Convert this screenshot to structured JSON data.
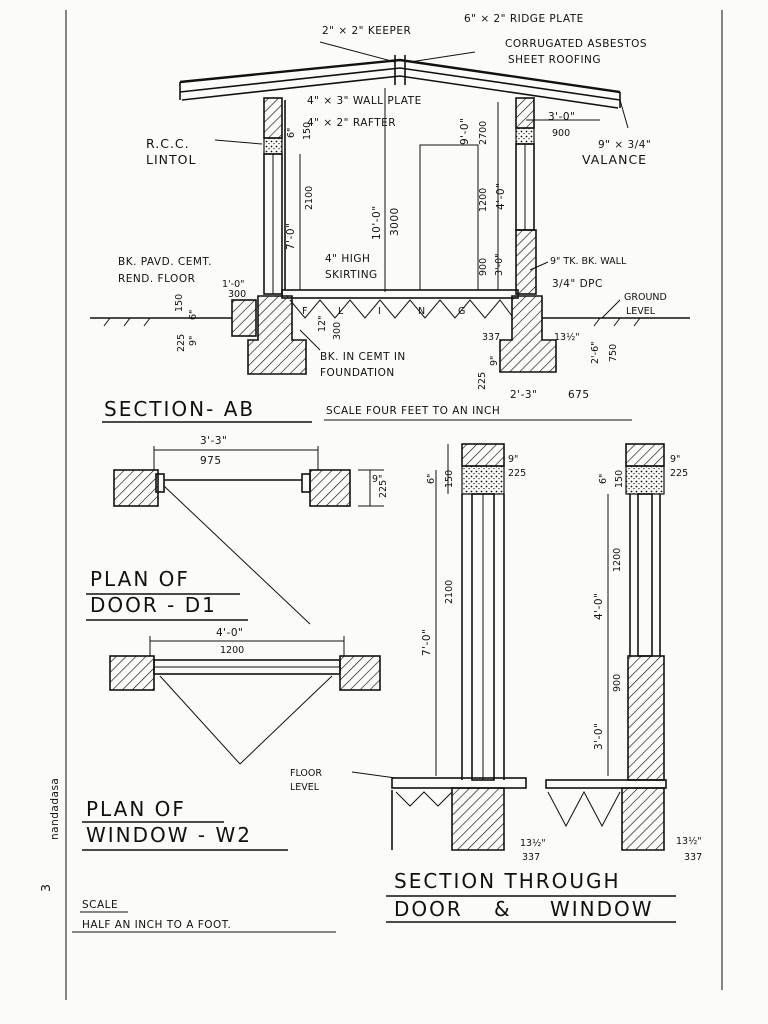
{
  "section_ab": {
    "labels": {
      "keeper": "2\" × 2\" KEEPER",
      "ridge_plate": "6\" × 2\" RIDGE PLATE",
      "roofing_1": "CORRUGATED ASBESTOS",
      "roofing_2": "SHEET ROOFING",
      "wall_plate": "4\" × 3\" WALL PLATE",
      "rafter": "4\" × 2\" RAFTER",
      "lintol_1": "R.C.C.",
      "lintol_2": "LINTOL",
      "overhang_ft": "3'-0\"",
      "overhang_mm": "900",
      "valance_1": "9\" × 3/4\"",
      "valance_2": "VALANCE",
      "floor_1": "BK. PAVD. CEMT.",
      "floor_2": "REND. FLOOR",
      "skirting_1": "4\" HIGH",
      "skirting_2": "SKIRTING",
      "wall": "9\" TK. BK. WALL",
      "dpc": "3/4\" DPC",
      "ground_1": "GROUND",
      "ground_2": "LEVEL",
      "foundation_1": "BK. IN CEMT IN",
      "foundation_2": "FOUNDATION",
      "height_total_ft": "10'-0\"",
      "height_total_mm": "3000",
      "height_door_ft": "7'-0\"",
      "height_door_mm": "2100",
      "lintol_depth_ft": "6\"",
      "lintol_depth_mm": "150",
      "right_top_ft": "9'-0\"",
      "right_top_mm": "2700",
      "right_window_ft": "4'-0\"",
      "right_window_mm": "1200",
      "right_sill_ft": "3'-0\"",
      "right_sill_mm": "900",
      "plinth_ft": "1'-0\"",
      "plinth_mm": "300",
      "step_ft": "12\"",
      "step_mm": "300",
      "left_ft": "150",
      "left_mm": "6\"",
      "left_found": "225",
      "left_found_in": "9\"",
      "found_ft": "2'-3\"",
      "found_mm": "675",
      "depth_ft": "2'-6\"",
      "depth_mm": "750",
      "offset_in": "13½\"",
      "offset_mm": "337",
      "found_step": "9\"",
      "found_step_mm": "225",
      "floor_letters": [
        "F",
        "L",
        "I",
        "N",
        "G"
      ]
    },
    "title": "SECTION- AB",
    "scale": "SCALE FOUR FEET TO AN INCH"
  },
  "plan_door": {
    "width_ft": "3'-3\"",
    "width_mm": "975",
    "wall_ft": "9\"",
    "wall_mm": "225",
    "title_1": "PLAN OF",
    "title_2": "DOOR - D1"
  },
  "plan_window": {
    "width_ft": "4'-0\"",
    "width_mm": "1200",
    "title_1": "PLAN OF",
    "title_2": "WINDOW - W2"
  },
  "section_dw": {
    "door_top_ft": "9\"",
    "door_top_mm": "225",
    "door_lintol_ft": "6\"",
    "door_lintol_mm": "150",
    "door_height_ft": "7'-0\"",
    "door_height_mm": "2100",
    "floor_level_1": "FLOOR",
    "floor_level_2": "LEVEL",
    "door_offset_ft": "13½\"",
    "door_offset_mm": "337",
    "win_top_ft": "9\"",
    "win_top_mm": "225",
    "win_lintol_ft": "6\"",
    "win_lintol_mm": "150",
    "win_height_ft": "4'-0\"",
    "win_height_mm": "1200",
    "win_sill_ft": "3'-0\"",
    "win_sill_mm": "900",
    "win_offset_ft": "13½\"",
    "win_offset_mm": "337",
    "title_1": "SECTION THROUGH",
    "title_2a": "DOOR",
    "title_amp": "&",
    "title_2b": "WINDOW"
  },
  "footer": {
    "scale_1": "SCALE",
    "scale_2": "HALF AN INCH TO A FOOT.",
    "page_number": "3",
    "signature": "nandadasa"
  }
}
